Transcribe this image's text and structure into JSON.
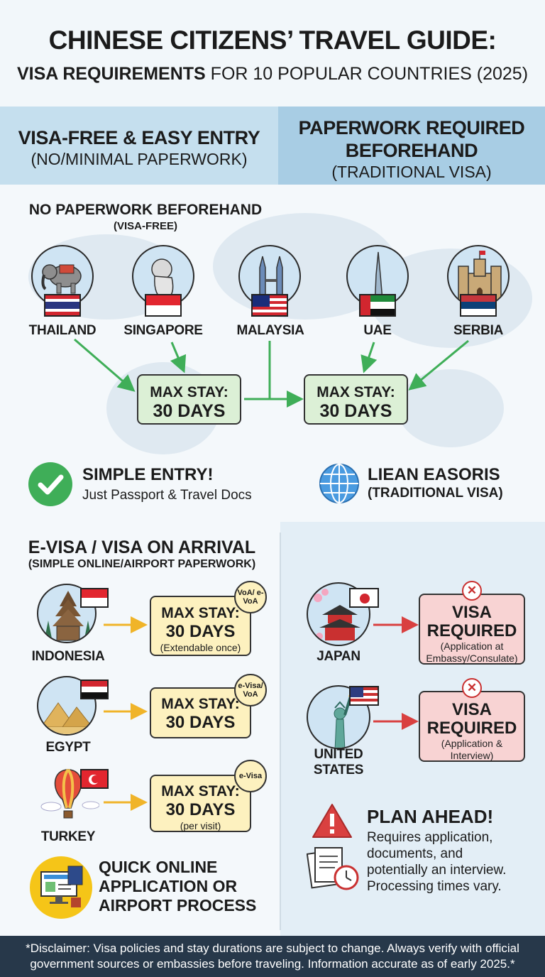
{
  "header": {
    "title": "CHINESE CITIZENS’ TRAVEL GUIDE:",
    "subtitle_bold": "VISA REQUIREMENTS",
    "subtitle_rest": " FOR 10 POPULAR COUNTRIES (2025)"
  },
  "columns": {
    "left_title": "VISA-FREE & EASY ENTRY",
    "left_sub": "(NO/MINIMAL PAPERWORK)",
    "right_title_1": "PAPERWORK REQUIRED",
    "right_title_2": "BEFOREHAND",
    "right_sub": "(TRADITIONAL VISA)"
  },
  "visa_free": {
    "heading": "NO PAPERWORK BEFOREHAND",
    "subheading": "(VISA-FREE)",
    "countries": [
      "THAILAND",
      "SINGAPORE",
      "MALAYSIA",
      "UAE",
      "SERBIA"
    ],
    "stay_line1": "MAX STAY:",
    "stay_line2": "30 DAYS",
    "simple_title": "SIMPLE ENTRY!",
    "simple_sub": "Just Passport & Travel Docs",
    "globe_title": "LIEAN EASORIS",
    "globe_sub": "(TRADITIONAL VISA)"
  },
  "evisa": {
    "heading": "E-VISA / VISA ON ARRIVAL",
    "subheading": "(SIMPLE ONLINE/AIRPORT PAPERWORK)",
    "items": [
      {
        "country": "INDONESIA",
        "stay1": "MAX STAY:",
        "stay2": "30 DAYS",
        "note": "(Extendable once)",
        "badge": "VoA/ e-VoA"
      },
      {
        "country": "EGYPT",
        "stay1": "MAX STAY:",
        "stay2": "30 DAYS",
        "note": "",
        "badge": "e-Visa/ VoA"
      },
      {
        "country": "TURKEY",
        "stay1": "MAX STAY:",
        "stay2": "30 DAYS",
        "note": "(per visit)",
        "badge": "e-Visa"
      }
    ],
    "quick_1": "QUICK ONLINE",
    "quick_2": "APPLICATION OR",
    "quick_3": "AIRPORT PROCESS"
  },
  "traditional": {
    "items": [
      {
        "country": "JAPAN",
        "l1": "VISA",
        "l2": "REQUIRED",
        "note1": "(Application at",
        "note2": "Embassy/Consulate)"
      },
      {
        "country": "UNITED STATES",
        "l1": "VISA",
        "l2": "REQUIRED",
        "note1": "(Application &",
        "note2": "Interview)"
      }
    ],
    "plan_title": "PLAN AHEAD!",
    "plan_lines": [
      "Requires application,",
      "documents, and",
      "potentially an interview.",
      "Processing times vary."
    ]
  },
  "footer": {
    "line1": "*Disclaimer: Visa policies and stay durations are subject to change. Always verify with official",
    "line2": "government sources or embassies before traveling. Information accurate as of early 2025.*"
  },
  "colors": {
    "green": "#3fae58",
    "yellow": "#f0b429",
    "red": "#d94040",
    "navy": "#27384a"
  }
}
